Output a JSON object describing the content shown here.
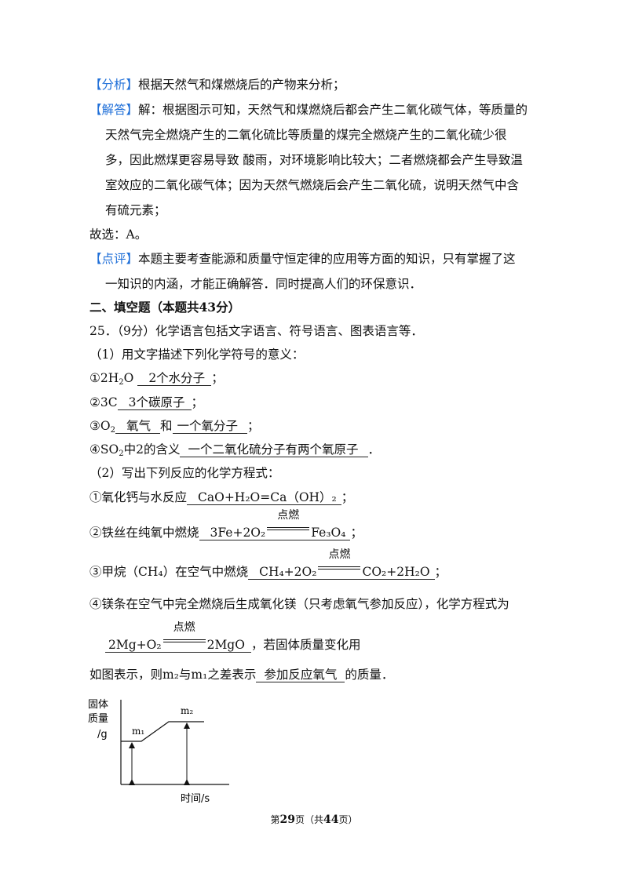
{
  "analysis": {
    "tag": "【分析】",
    "text": "根据天然气和煤燃烧后的产物来分析；"
  },
  "answer": {
    "tag": "【解答】",
    "line1": "解：根据图示可知，天然气和煤燃烧后都会产生二氧化碳气体，等质量的",
    "line2": "天然气完全燃烧产生的二氧化硫比等质量的煤完全燃烧产生的二氧化硫少很",
    "line3": "多，因此燃煤更容易导致  酸雨，对环境影响比较大；二者燃烧都会产生导致温",
    "line4": "室效应的二氧化碳气体；因为天然气燃烧后会产生二氧化硫，说明天然气中含",
    "line5": "有硫元素；"
  },
  "choice": "故选：A。",
  "comment": {
    "tag": "【点评】",
    "line1": "本题主要考查能源和质量守恒定律的应用等方面的知识，只有掌握了这",
    "line2": "一知识的内涵，才能正确解答．同时提高人们的环保意识．"
  },
  "section_title": "二、填空题（本题共43分）",
  "q25": {
    "stem": "25．（9分）化学语言包括文字语言、符号语言、图表语言等．",
    "p1": "（1）用文字描述下列化学符号的意义：",
    "i1_pre": "①2H",
    "i1_sub": "2",
    "i1_post": "O",
    "i1_ans": "2个水分子",
    "i1_end": "；",
    "i2_pre": "②3C",
    "i2_ans": "3个碳原子",
    "i2_end": "；",
    "i3_pre": "③O",
    "i3_sub": "2",
    "i3_ans1": "氧气",
    "i3_mid": "和",
    "i3_ans2": "一个氧分子",
    "i3_end": "；",
    "i4_pre": "④SO",
    "i4_sub": "2",
    "i4_post": "中2的含义",
    "i4_ans": "一个二氧化硫分子有两个氧原子",
    "i4_end": "．",
    "p2": "（2）写出下列反应的化学方程式：",
    "r1_pre": "①氧化钙与水反应",
    "r1_ans": "CaO+H₂O=Ca（OH）₂",
    "r1_end": "；",
    "r2_pre": "②铁丝在纯氧中燃烧",
    "r2_lhs": "3Fe+2O₂",
    "r2_rhs": "Fe₃O₄",
    "r2_end": "；",
    "r3_pre": "③甲烷（CH₄）在空气中燃烧",
    "r3_lhs": "CH₄+2O₂",
    "r3_rhs": "CO₂+2H₂O",
    "r3_end": "；",
    "r4_pre": "④镁条在空气中完全燃烧后生成氧化镁（只考虑氧气参加反应），化学方程式为",
    "r4_lhs": "2Mg+O₂",
    "r4_rhs": "2MgO",
    "r4_end": "，若固体质量变化用",
    "condition": "点燃",
    "r5_pre": "如图表示，则m₂与m₁之差表示",
    "r5_ans": "参加反应氧气",
    "r5_end": "的质量．"
  },
  "graph": {
    "y_label_1": "固体",
    "y_label_2": "质量",
    "y_unit": "/g",
    "x_label": "时间/s",
    "m1": "m₁",
    "m2": "m₂"
  },
  "footer": {
    "pre": "第",
    "page": "29",
    "mid": "页（共",
    "total": "44",
    "post": "页）"
  }
}
